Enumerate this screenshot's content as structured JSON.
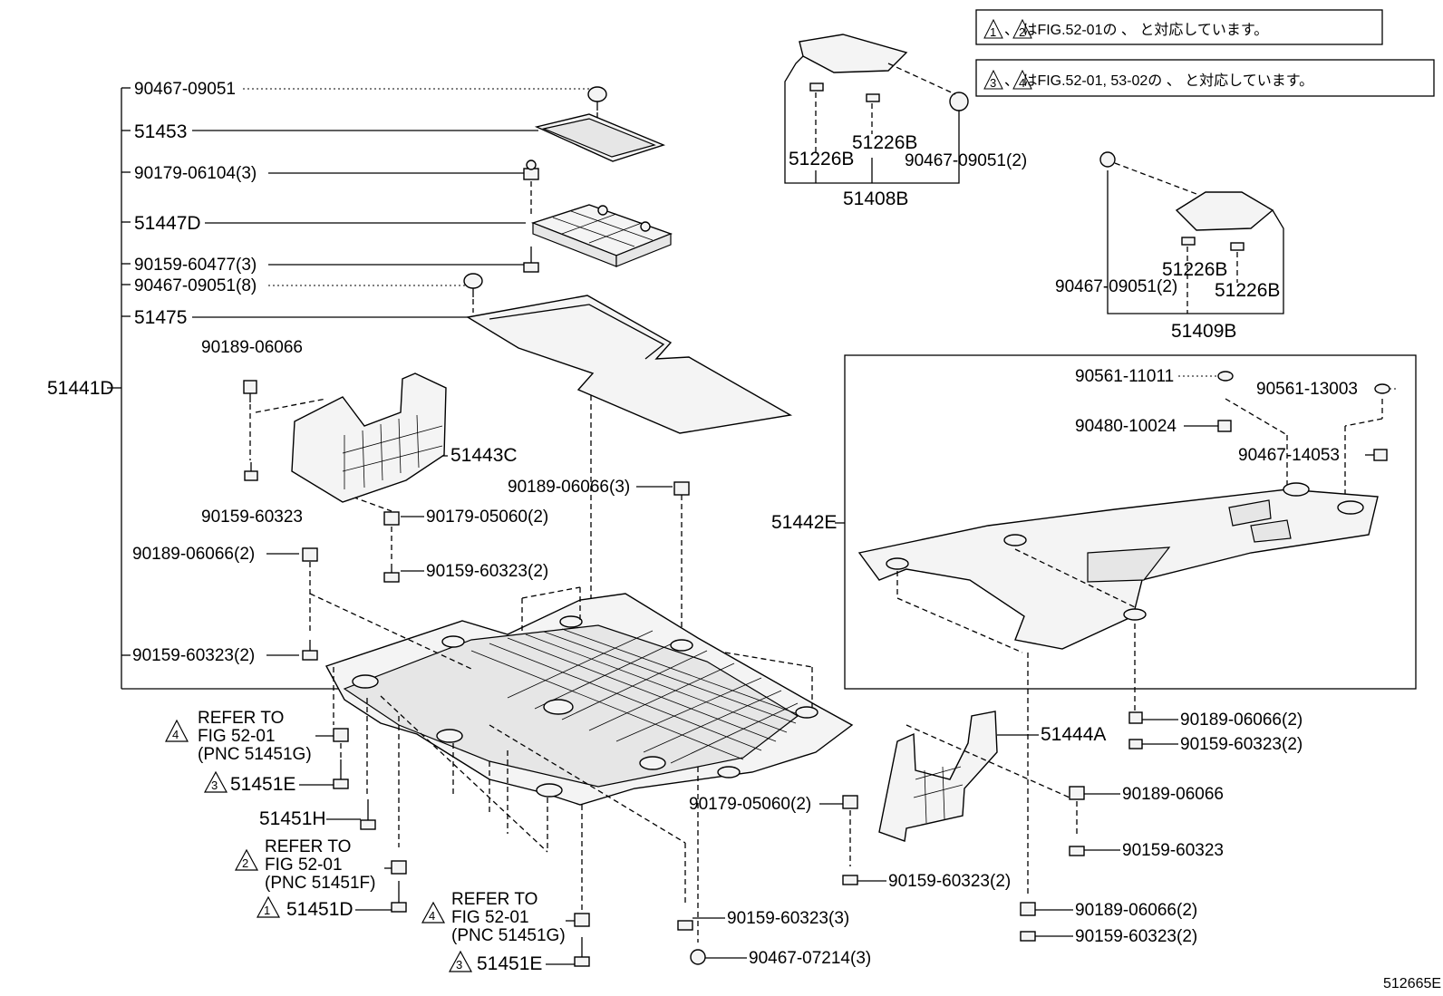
{
  "notes": {
    "note1": "、  はFIG.52-01の  、  と対応しています。",
    "note2": "、  はFIG.52-01, 53-02の  、  と対応しています。",
    "tri": [
      "1",
      "2",
      "3",
      "4"
    ]
  },
  "figure_id": "512665E",
  "parts": {
    "p90467_09051_top": "90467-09051",
    "p51453": "51453",
    "p90179_06104": "90179-06104(3)",
    "p51447D": "51447D",
    "p90159_60477": "90159-60477(3)",
    "p90467_09051_8": "90467-09051(8)",
    "p51475": "51475",
    "p51441D": "51441D",
    "p90189_06066_a": "90189-06066",
    "p51443C": "51443C",
    "p90159_60323_a": "90159-60323",
    "p90179_05060_a": "90179-05060(2)",
    "p90189_06066_3": "90189-06066(3)",
    "p90189_06066_2a": "90189-06066(2)",
    "p90159_60323_2a": "90159-60323(2)",
    "p90159_60323_2b": "90159-60323(2)",
    "p51226B_a": "51226B",
    "p51226B_b": "51226B",
    "p90467_09051_2a": "90467-09051(2)",
    "p51408B": "51408B",
    "p90467_09051_2b": "90467-09051(2)",
    "p51226B_c": "51226B",
    "p51226B_d": "51226B",
    "p51409B": "51409B",
    "p90561_11011": "90561-11011",
    "p90561_13003": "90561-13003",
    "p90480_10024": "90480-10024",
    "p90467_14053": "90467-14053",
    "p51442E": "51442E",
    "p90189_06066_2b": "90189-06066(2)",
    "p90159_60323_2c": "90159-60323(2)",
    "p51444A": "51444A",
    "p90189_06066_b": "90189-06066",
    "p90159_60323_b": "90159-60323",
    "p90179_05060_b": "90179-05060(2)",
    "p90159_60323_2d": "90159-60323(2)",
    "p90189_06066_2c": "90189-06066(2)",
    "p90159_60323_2e": "90159-60323(2)",
    "p90159_60323_3": "90159-60323(3)",
    "p90467_07214": "90467-07214(3)",
    "p51451E_a": "51451E",
    "p51451H": "51451H",
    "p51451D": "51451D",
    "p51451E_b": "51451E"
  },
  "refers": {
    "r4a": {
      "tri": "4",
      "l1": "REFER TO",
      "l2": "FIG 52-01",
      "l3": "(PNC 51451G)"
    },
    "r2": {
      "tri": "2",
      "l1": "REFER TO",
      "l2": "FIG 52-01",
      "l3": "(PNC 51451F)"
    },
    "r4b": {
      "tri": "4",
      "l1": "REFER TO",
      "l2": "FIG 52-01",
      "l3": "(PNC 51451G)"
    },
    "t3a": "3",
    "t1": "1",
    "t3b": "3"
  }
}
